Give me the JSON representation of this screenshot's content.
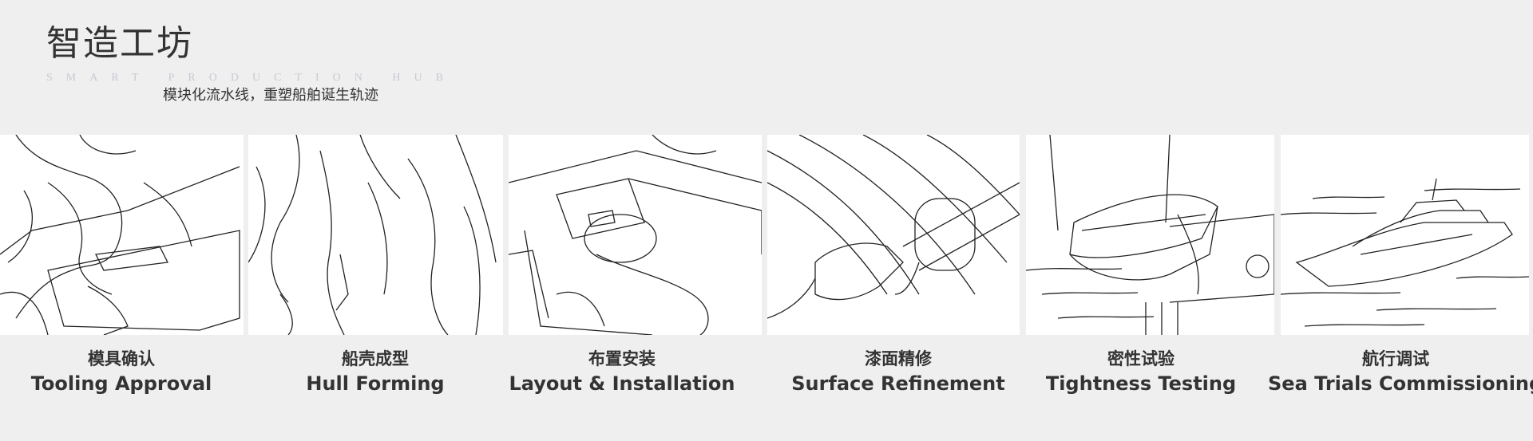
{
  "header": {
    "title": "智造工坊",
    "subtitle_en": "SMART PRODUCTION HUB",
    "subtitle_cn": "模块化流水线，重塑船舶诞生轨迹"
  },
  "steps": [
    {
      "cn": "模具确认",
      "en": "Tooling Approval"
    },
    {
      "cn": "船壳成型",
      "en": "Hull Forming"
    },
    {
      "cn": "布置安装",
      "en": "Layout & Installation"
    },
    {
      "cn": "漆面精修",
      "en": "Surface Refinement"
    },
    {
      "cn": "密性试验",
      "en": "Tightness Testing"
    },
    {
      "cn": "航行调试",
      "en": "Sea Trials Commissioning"
    }
  ],
  "colors": {
    "background": "#efefef",
    "panel": "#ffffff",
    "text": "#333333",
    "subtitle_en": "#c9c9d4"
  }
}
